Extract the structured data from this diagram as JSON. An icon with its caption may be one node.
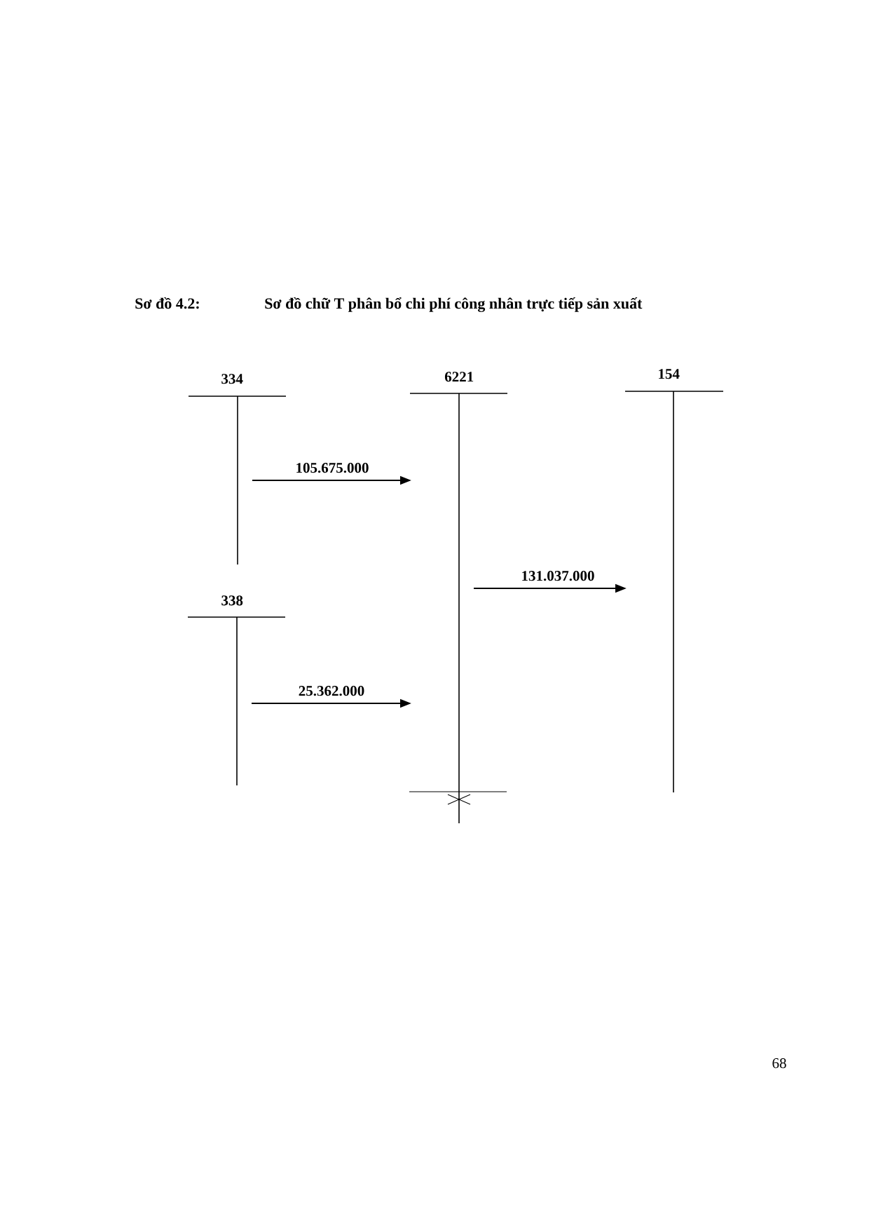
{
  "diagram": {
    "title": "Sơ đồ chữ T phân bổ chi phí công nhân trực tiếp sản xuất",
    "nodes": [
      {
        "text": [
          "334"
        ]
      },
      {
        "text": [
          "6221"
        ]
      },
      {
        "text": [
          "154"
        ]
      },
      {
        "text": [
          "338"
        ]
      }
    ],
    "edges": [
      {
        "from": 0,
        "to": 1,
        "arrow": "to",
        "label": "105.675.000"
      },
      {
        "from": 1,
        "to": 2,
        "arrow": "to",
        "label": "131.037.000"
      },
      {
        "from": 3,
        "to": 1,
        "arrow": "to",
        "label": "25.362.000"
      }
    ],
    "labels": [
      "Sơ đồ 4.2:",
      "68"
    ]
  }
}
